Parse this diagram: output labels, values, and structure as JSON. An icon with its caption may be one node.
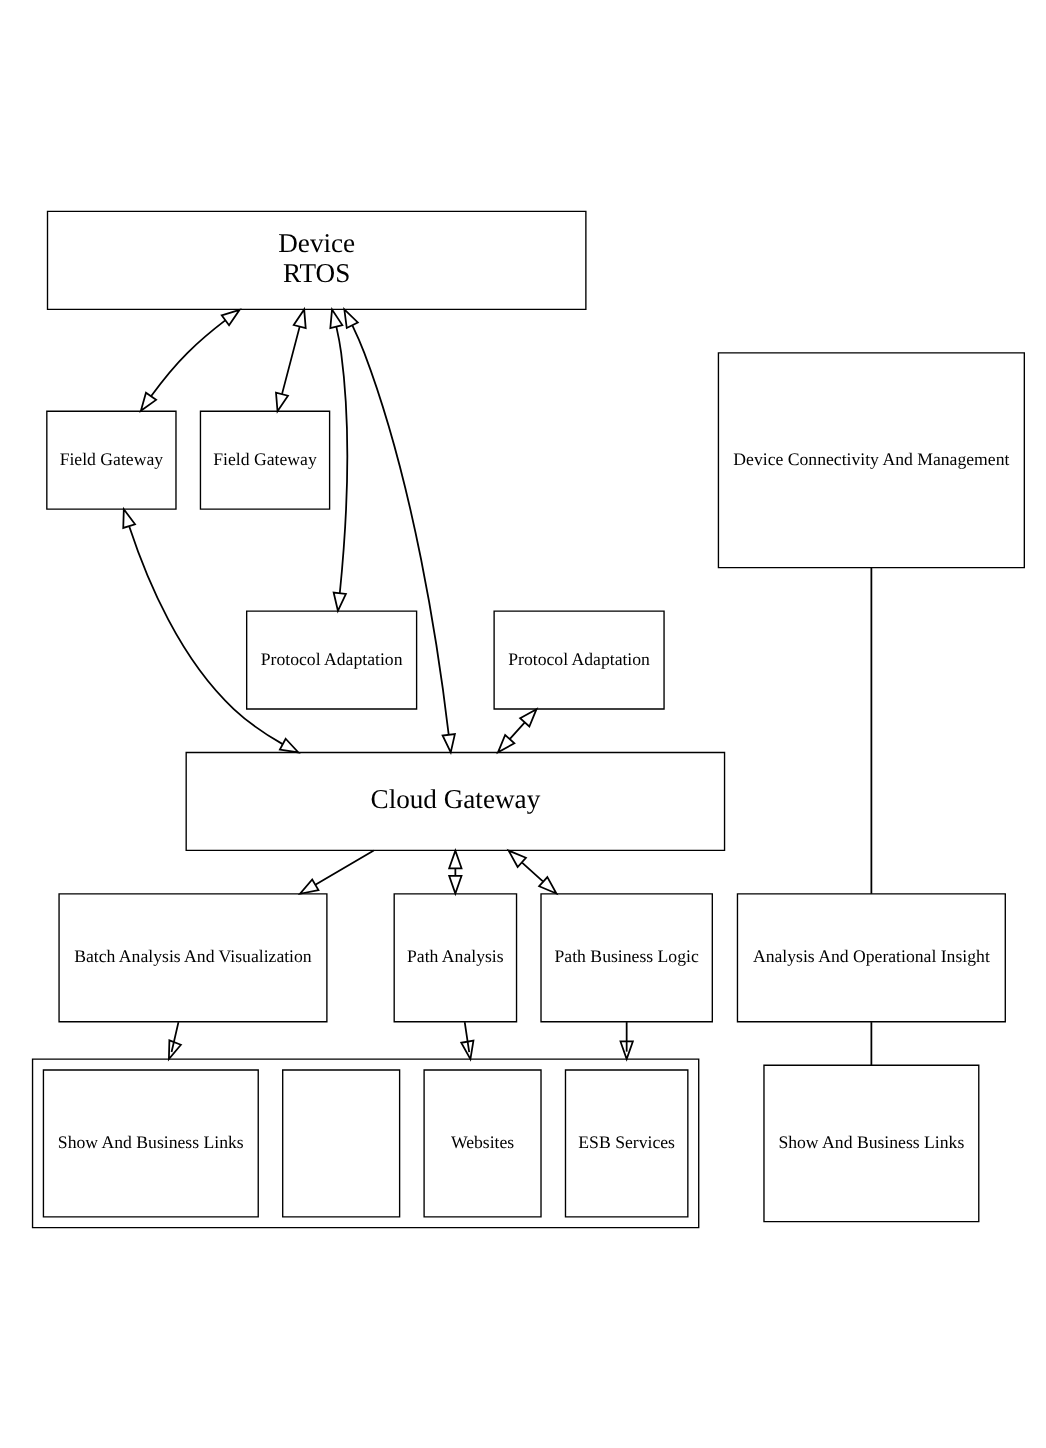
{
  "diagram": {
    "nodes": [
      {
        "text": [
          "Device",
          "RTOS"
        ]
      },
      {
        "text": [
          "Field Gateway"
        ]
      },
      {
        "text": [
          "Field Gateway"
        ]
      },
      {
        "text": [
          "Protocol Adaptation"
        ]
      },
      {
        "text": [
          "Protocol Adaptation"
        ]
      },
      {
        "text": [
          "Device Connectivity And Management"
        ]
      },
      {
        "text": [
          "Cloud Gateway"
        ]
      },
      {
        "text": [
          "Batch Analysis And Visualization"
        ]
      },
      {
        "text": [
          "Path Analysis"
        ]
      },
      {
        "text": [
          "Path Business Logic"
        ]
      },
      {
        "text": [
          "Analysis And Operational Insight"
        ]
      },
      {
        "text": [],
        "shape": "box"
      },
      {
        "text": [
          "Show And Business Links"
        ],
        "in": 11
      },
      {
        "text": [
          "Websites"
        ],
        "in": 11
      },
      {
        "text": [],
        "shape": "box",
        "in": 11
      },
      {
        "text": [
          "ESB Services"
        ],
        "in": 11
      },
      {
        "text": [
          "Show And Business Links"
        ]
      }
    ],
    "edges": [
      {
        "from": 0,
        "to": 1,
        "arrow": "both"
      },
      {
        "from": 1,
        "to": 6,
        "arrow": "both"
      },
      {
        "from": 0,
        "to": 2,
        "arrow": "both"
      },
      {
        "from": 3,
        "to": 6,
        "arrow": "both"
      },
      {
        "from": 0,
        "to": 4,
        "arrow": "both"
      },
      {
        "from": 0,
        "to": 6,
        "arrow": "both"
      },
      {
        "from": 6,
        "to": 7,
        "arrow": "to"
      },
      {
        "from": 6,
        "to": 8,
        "arrow": "both"
      },
      {
        "from": 6,
        "to": 9,
        "arrow": "both"
      },
      {
        "from": 7,
        "to": 11,
        "arrow": "to"
      },
      {
        "from": 8,
        "to": 11,
        "arrow": "to"
      },
      {
        "from": 9,
        "to": 11,
        "arrow": "to"
      },
      {
        "from": 5,
        "to": 10,
        "arrow": "none"
      },
      {
        "from": 10,
        "to": 16,
        "arrow": "none"
      }
    ]
  }
}
